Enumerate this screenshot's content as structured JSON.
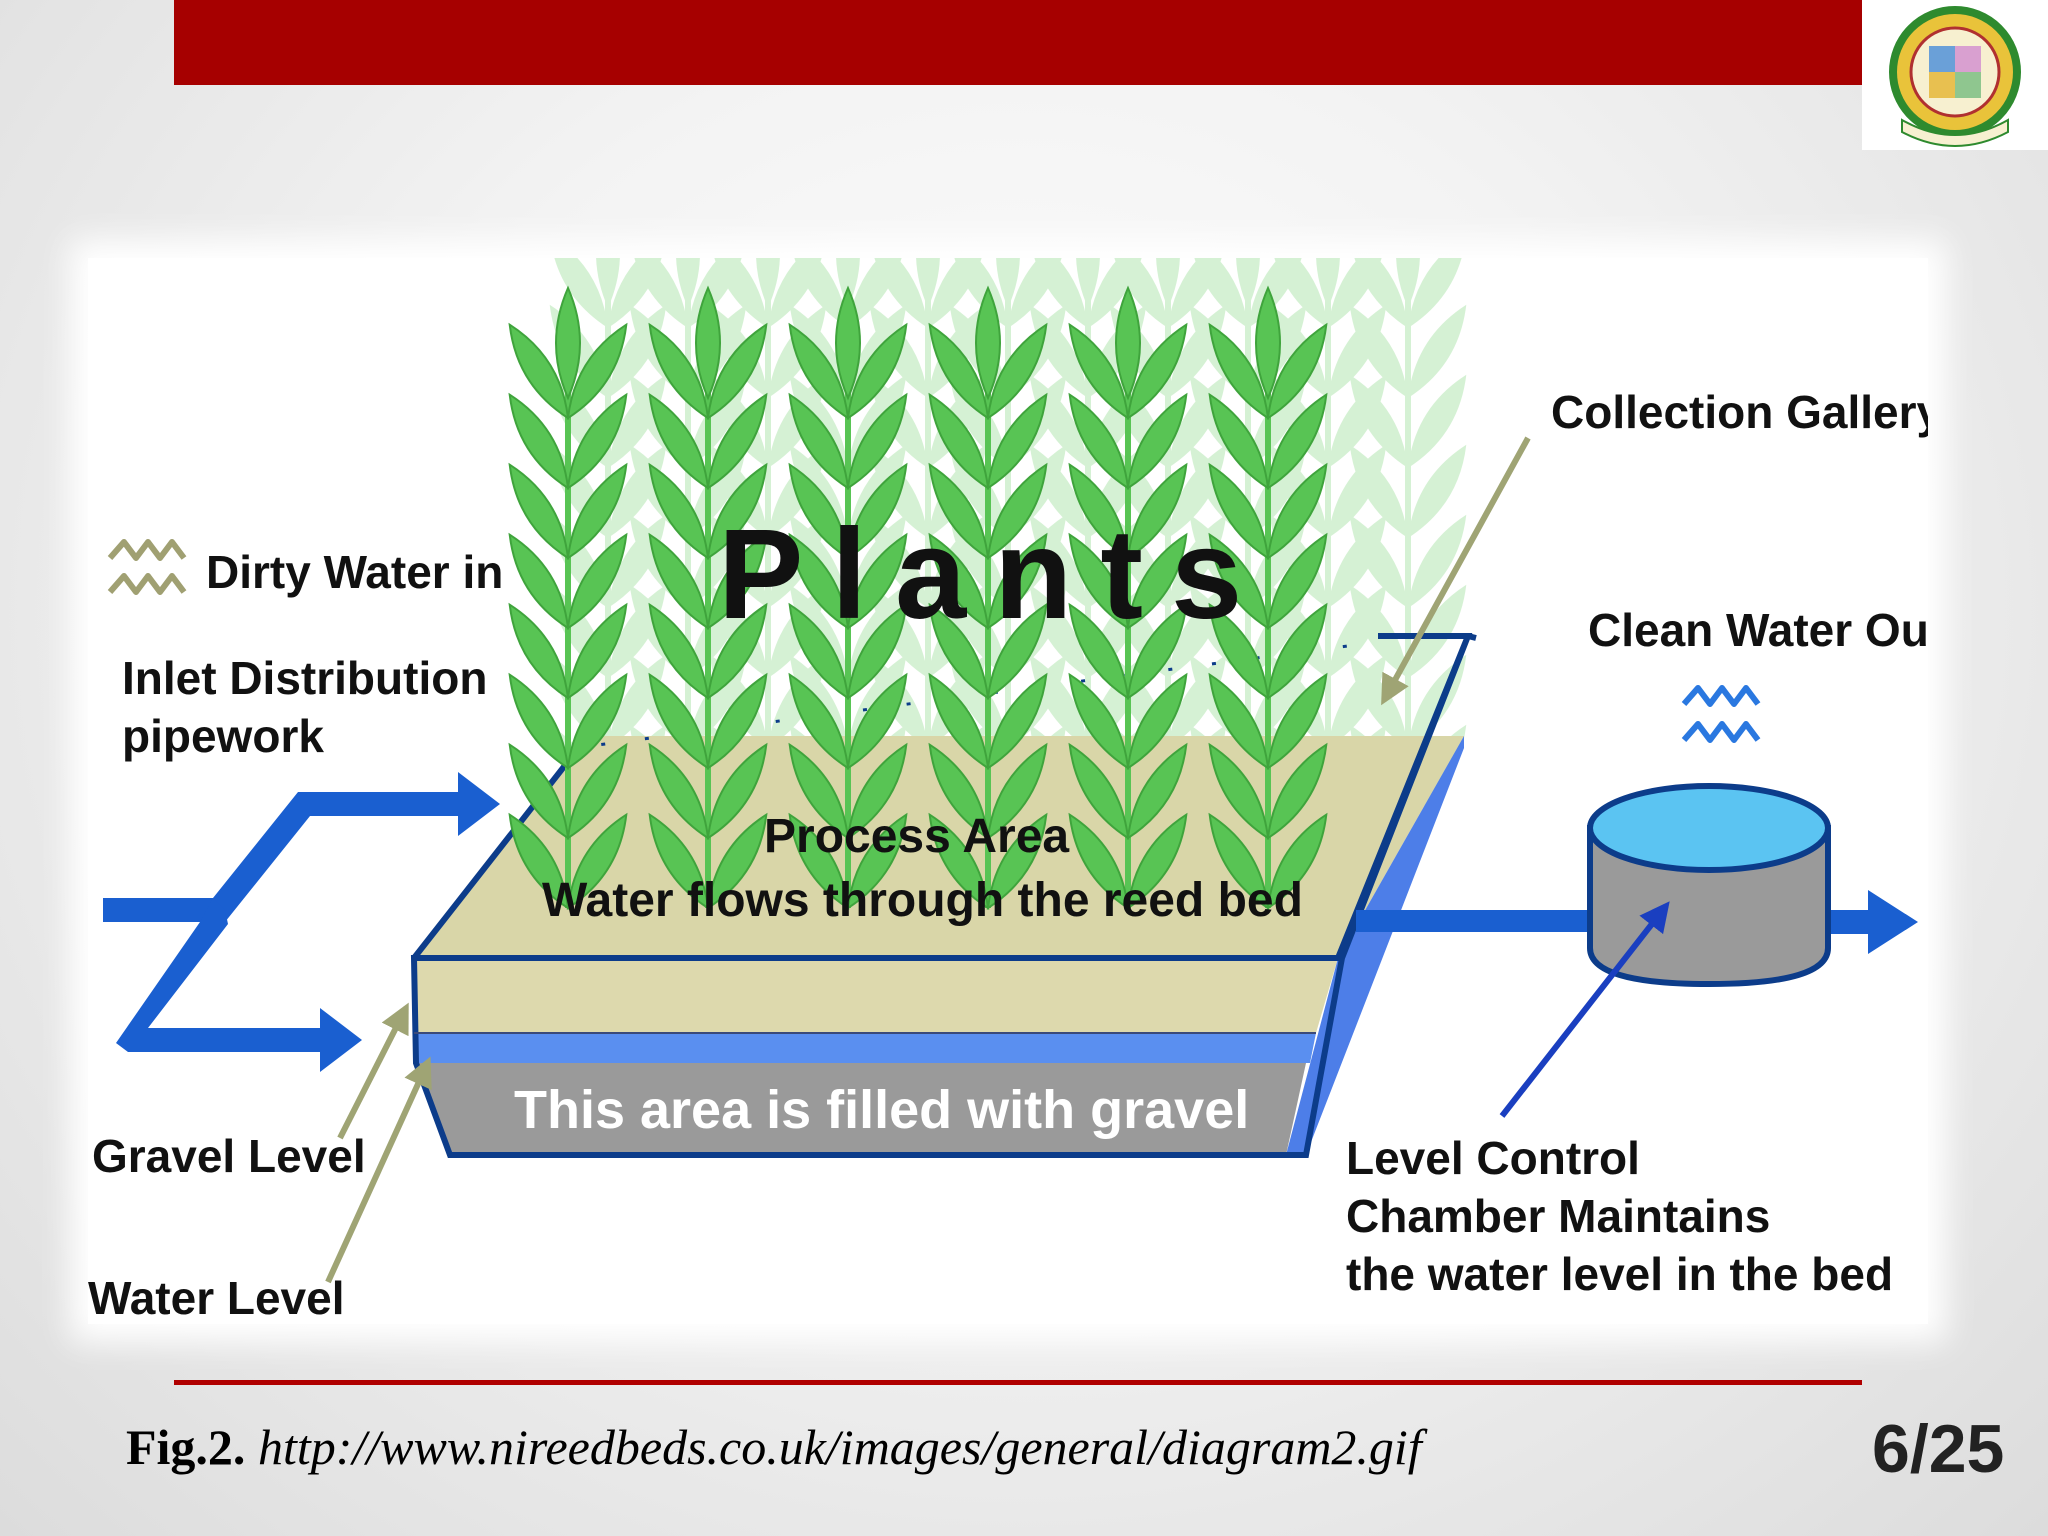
{
  "slide": {
    "page_number": "6/25",
    "colors": {
      "accent_red": "#a60000",
      "water_blue": "#1a5fd0",
      "plant_green": "#5fcc5a",
      "gravel": "#9a9a9a",
      "sand": "#dedcb0"
    }
  },
  "logo": {
    "name": "institute-seal-logo"
  },
  "diagram": {
    "plants_label": "Plants",
    "collection_gallery": "Collection Gallery",
    "dirty_water_in": "Dirty Water in",
    "inlet_line1": "Inlet Distribution",
    "inlet_line2": "pipework",
    "clean_water_out": "Clean Water Out",
    "process_area": "Process Area",
    "water_flows": "Water flows through the reed bed",
    "gravel_fill": "This area is filled with gravel",
    "gravel_level": "Gravel Level",
    "water_level": "Water Level",
    "level_control_line1": "Level Control",
    "level_control_line2": "Chamber Maintains",
    "level_control_line3": "the water level in the bed"
  },
  "caption": {
    "fig": "Fig.2.",
    "url": "http://www.nireedbeds.co.uk/images/general/diagram2.gif"
  }
}
